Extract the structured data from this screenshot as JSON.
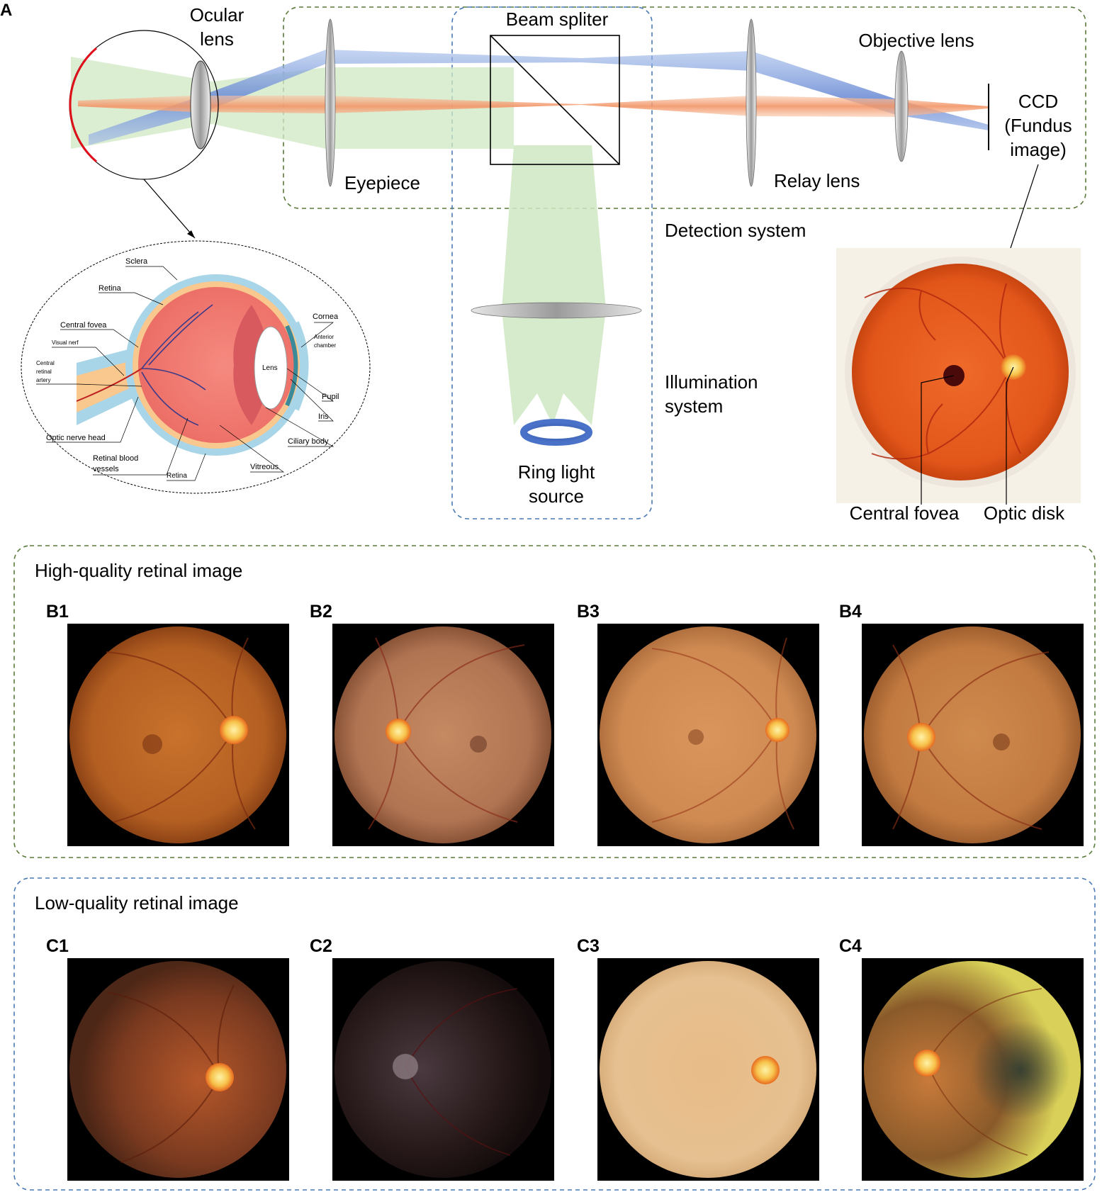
{
  "panelA": {
    "letter": "A",
    "ocular_lens": [
      "Ocular",
      "lens"
    ],
    "beam_splitter": "Beam spliter",
    "objective_lens": "Objective lens",
    "ccd": [
      "CCD",
      "(Fundus",
      "image)"
    ],
    "eyepiece": "Eyepiece",
    "relay_lens": "Relay lens",
    "detection_system": "Detection system",
    "illumination_system": [
      "Illumination",
      "system"
    ],
    "ring_light": [
      "Ring light",
      "source"
    ],
    "central_fovea": "Central fovea",
    "optic_disk": "Optic disk"
  },
  "anatomy": {
    "sclera": "Sclera",
    "retina_top": "Retina",
    "central_fovea": "Central fovea",
    "visual_nerf": "Visual nerf",
    "central_retinal_artery": [
      "Central",
      "retinal",
      "artery"
    ],
    "optic_nerve_head": "Optic nerve head",
    "retinal_blood_vessels": [
      "Retinal blood",
      "vessels"
    ],
    "retina_bottom": "Retina",
    "vitreous": "Vitreous",
    "ciliary_body": "Ciliary body",
    "iris": "Iris",
    "pupil": "Pupil",
    "anterior_chamber": [
      "Anterior",
      "chamber"
    ],
    "cornea": "Cornea",
    "lens": "Lens"
  },
  "high_quality": {
    "title": "High-quality retinal image",
    "labels": [
      "B1",
      "B2",
      "B3",
      "B4"
    ]
  },
  "low_quality": {
    "title": "Low-quality retinal image",
    "labels": [
      "C1",
      "C2",
      "C3",
      "C4"
    ]
  },
  "colors": {
    "green_frame": "#5a7a3a",
    "blue_frame": "#4a7ab5",
    "blue_beam": "#7f9fdc",
    "orange_beam": "#f3a77a",
    "green_light": "#cfe8c3",
    "fundus_orange": "#e65a1e"
  }
}
